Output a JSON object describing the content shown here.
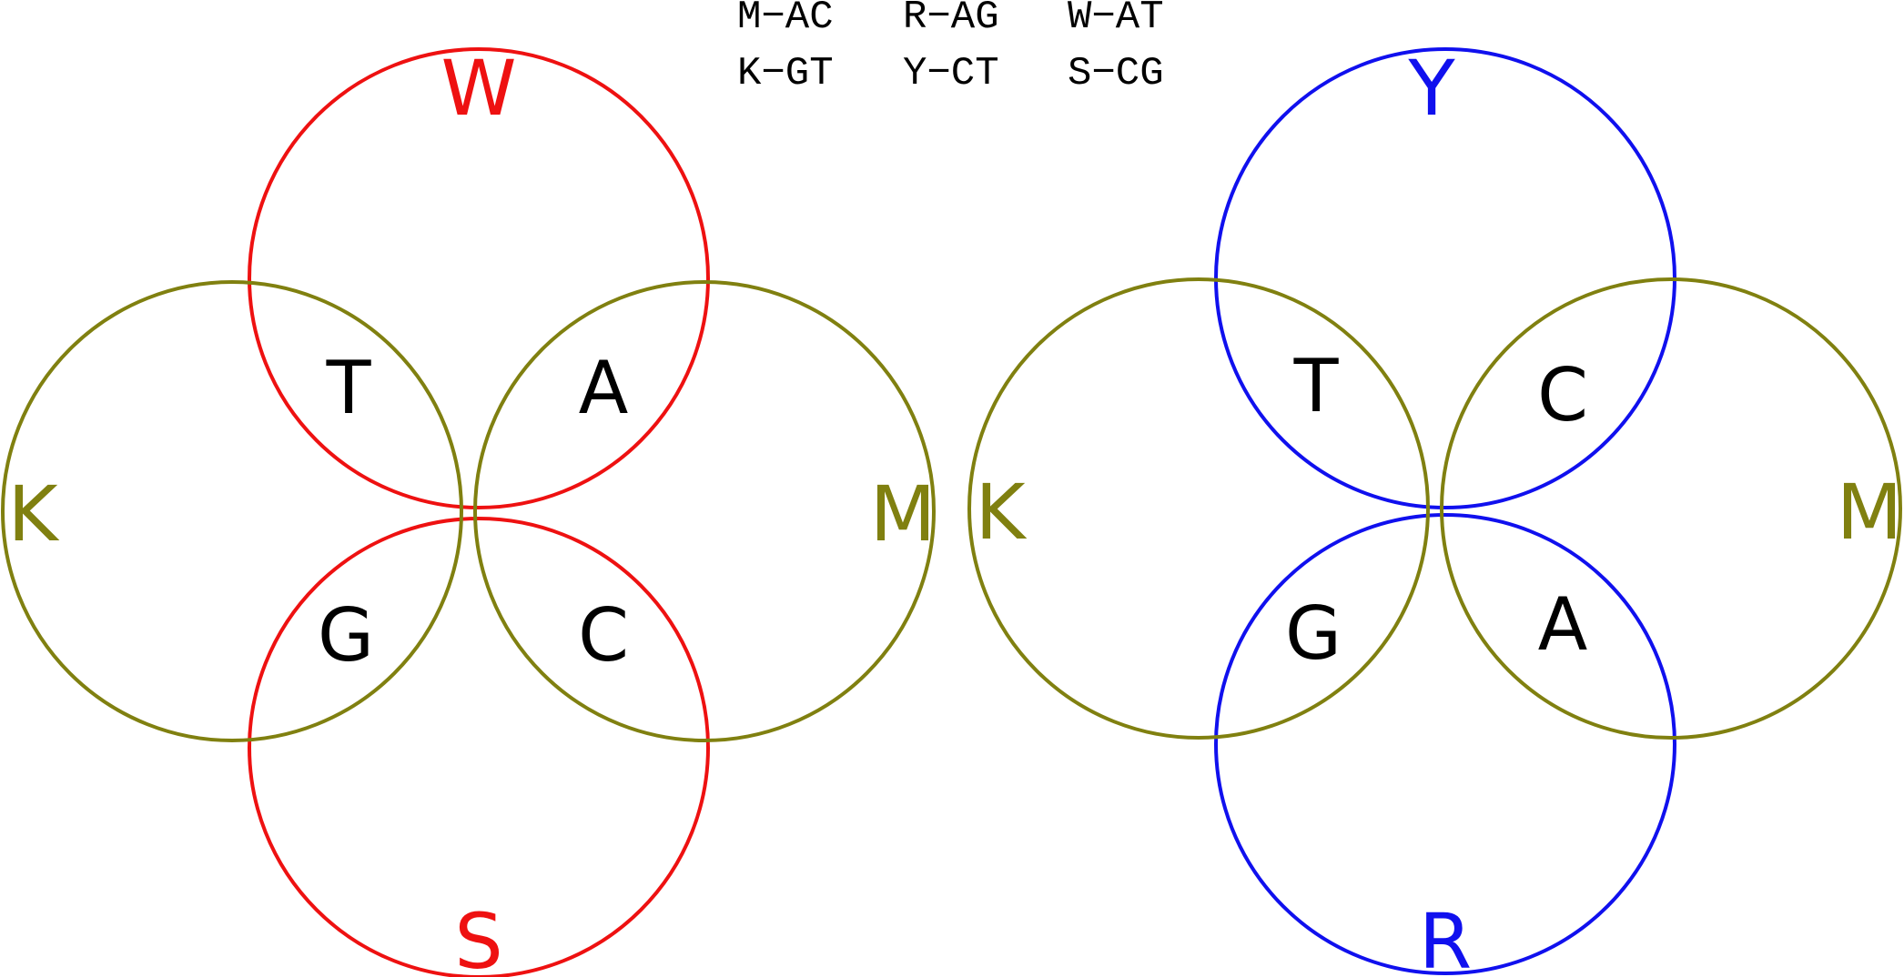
{
  "legend": {
    "row1": [
      "M−AC",
      "R−AG",
      "W−AT"
    ],
    "row2": [
      "K−GT",
      "Y−CT",
      "S−CG"
    ]
  },
  "colors": {
    "red": "#ee1111",
    "olive": "#808010",
    "blue": "#1010ee",
    "text": "#000000"
  },
  "left_diagram": {
    "top_label": "W",
    "bottom_label": "S",
    "left_label": "K",
    "right_label": "M",
    "top_left_base": "T",
    "top_right_base": "A",
    "bottom_left_base": "G",
    "bottom_right_base": "C"
  },
  "right_diagram": {
    "top_label": "Y",
    "bottom_label": "R",
    "left_label": "K",
    "right_label": "M",
    "top_left_base": "T",
    "top_right_base": "C",
    "bottom_left_base": "G",
    "bottom_right_base": "A"
  }
}
